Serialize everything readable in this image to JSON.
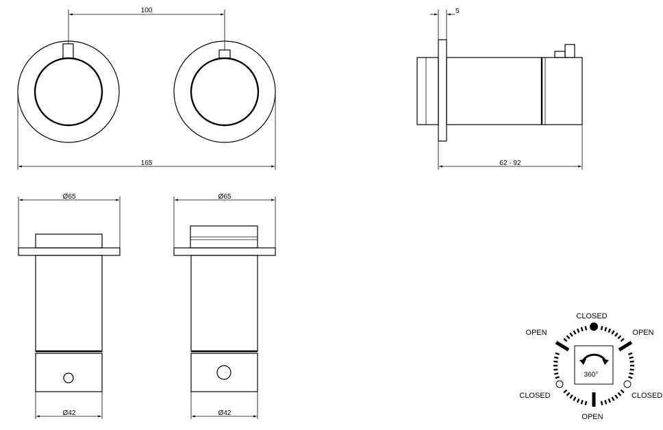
{
  "dimensions": {
    "center_distance": "100",
    "overall_width": "165",
    "flange_thickness": "5",
    "depth_range": "62 - 92",
    "left_flange_diameter": "Ø65",
    "right_flange_diameter": "Ø65",
    "left_body_diameter": "Ø42",
    "right_body_diameter": "Ø42"
  },
  "rotation_legend": {
    "closed_top": "CLOSED",
    "open_left": "OPEN",
    "open_right": "OPEN",
    "closed_left": "CLOSED",
    "closed_right": "CLOSED",
    "open_bottom": "OPEN",
    "rotation_label": "360°"
  },
  "colors": {
    "line": "#000000",
    "background": "#ffffff"
  }
}
